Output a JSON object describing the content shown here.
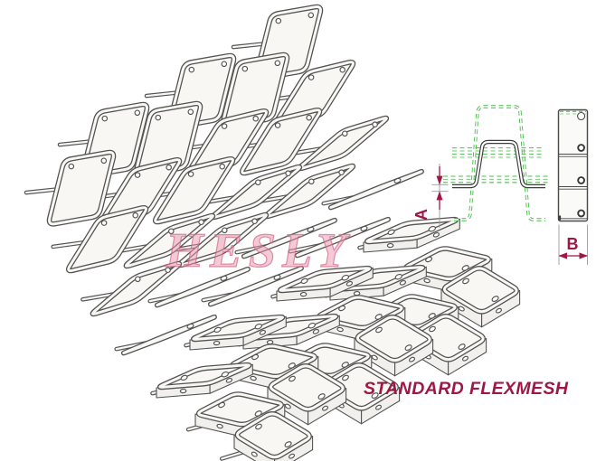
{
  "watermark": {
    "label": "HESLY"
  },
  "title": {
    "label": "STANDARD FLEXMESH"
  },
  "dimensions": {
    "a": "A",
    "b": "B"
  },
  "colors": {
    "accent_crimson": "#9e1745",
    "phantom_green": "#45bb45",
    "line_gray": "#545454",
    "section_dark": "#3e3e3e",
    "dim_gray": "#9a9a9a",
    "strip_fill": "#f8f7f4",
    "wall_fill": "#f1f0ec",
    "watermark_pink_fill": "rgba(231,150,172,0.50)",
    "watermark_pink_edge": "rgba(208,94,130,0.66)"
  },
  "diagram": {
    "belt_strips": 6,
    "units_per_strip": 7
  }
}
